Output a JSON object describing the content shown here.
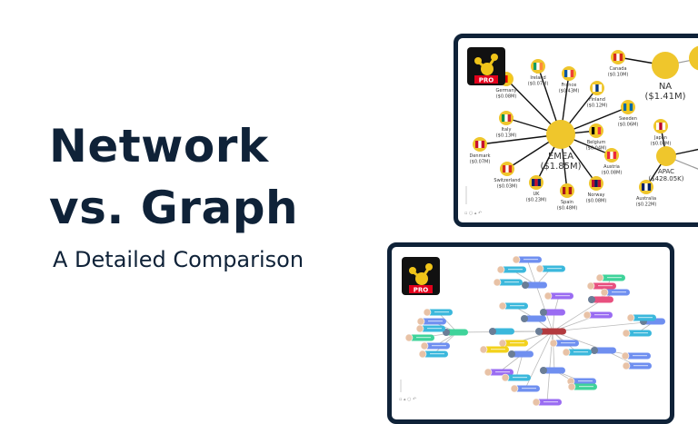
{
  "heading": {
    "line1": "Network",
    "line2": "vs. Graph",
    "subtitle": "A Detailed Comparison"
  },
  "logo": {
    "badge": "PRO",
    "badge_color": "#e3001b",
    "icon_color": "#f0c419"
  },
  "network_panel": {
    "node_color": "#efc62c",
    "regions": [
      {
        "name": "EMEA",
        "value": "($1.85M)"
      },
      {
        "name": "NA",
        "value": "($1.41M)"
      },
      {
        "name": "APAC",
        "value": "($428.05K)"
      }
    ],
    "countries": [
      {
        "name": "Germany",
        "value": "($0.08M)"
      },
      {
        "name": "Ireland",
        "value": "($0.07M)"
      },
      {
        "name": "France",
        "value": "($0.43M)"
      },
      {
        "name": "Finland",
        "value": "($0.12M)"
      },
      {
        "name": "Sweden",
        "value": "($0.06M)"
      },
      {
        "name": "Italy",
        "value": "($0.13M)"
      },
      {
        "name": "Belgium",
        "value": "($0.04M)"
      },
      {
        "name": "Denmark",
        "value": "($0.07M)"
      },
      {
        "name": "Austria",
        "value": "($0.08M)"
      },
      {
        "name": "Switzerland",
        "value": "($0.03M)"
      },
      {
        "name": "UK",
        "value": "($0.23M)"
      },
      {
        "name": "Spain",
        "value": "($0.48M)"
      },
      {
        "name": "Norway",
        "value": "($0.08M)"
      },
      {
        "name": "Canada",
        "value": "($0.10M)"
      },
      {
        "name": "Japan",
        "value": "($0.08M)"
      },
      {
        "name": "Australia",
        "value": "($0.22M)"
      }
    ]
  },
  "graph_panel": {
    "pill_colors": {
      "blue": "#6f8ff0",
      "cyan": "#3bb8dc",
      "green": "#3fd39a",
      "purple": "#9a6cf2",
      "pink": "#e8507f",
      "yellow": "#f3d21c",
      "red": "#b23a3e",
      "hub": "#6a7d96"
    }
  }
}
